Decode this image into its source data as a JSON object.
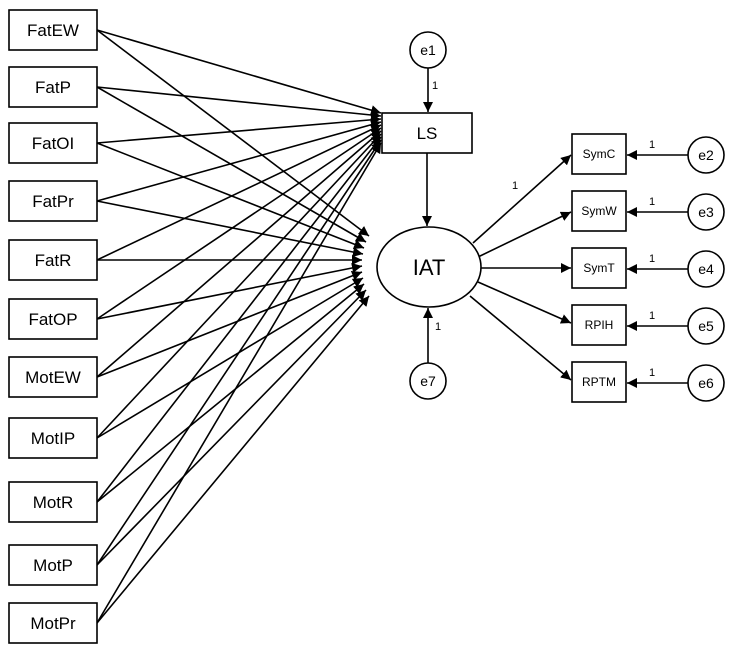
{
  "predictors": [
    {
      "id": "fatew",
      "label": "FatEW"
    },
    {
      "id": "fatp",
      "label": "FatP"
    },
    {
      "id": "fatoi",
      "label": "FatOI"
    },
    {
      "id": "fatpr",
      "label": "FatPr"
    },
    {
      "id": "fatr",
      "label": "FatR"
    },
    {
      "id": "fatop",
      "label": "FatOP"
    },
    {
      "id": "motew",
      "label": "MotEW"
    },
    {
      "id": "motip",
      "label": "MotIP"
    },
    {
      "id": "motr",
      "label": "MotR"
    },
    {
      "id": "motp",
      "label": "MotP"
    },
    {
      "id": "motpr",
      "label": "MotPr"
    }
  ],
  "mediator": {
    "label": "LS"
  },
  "latent": {
    "label": "IAT"
  },
  "indicators": [
    {
      "id": "symc",
      "label": "SymC"
    },
    {
      "id": "symw",
      "label": "SymW"
    },
    {
      "id": "symt",
      "label": "SymT"
    },
    {
      "id": "rpih",
      "label": "RPIH"
    },
    {
      "id": "rptm",
      "label": "RPTM"
    }
  ],
  "errors": {
    "e1": "e1",
    "e2": "e2",
    "e3": "e3",
    "e4": "e4",
    "e5": "e5",
    "e6": "e6",
    "e7": "e7"
  },
  "path_labels": {
    "e1_ls": "1",
    "e7_iat": "1",
    "iat_symc": "1",
    "e2_symc": "1",
    "e3_symw": "1",
    "e4_symt": "1",
    "e5_rpih": "1",
    "e6_rptm": "1"
  }
}
